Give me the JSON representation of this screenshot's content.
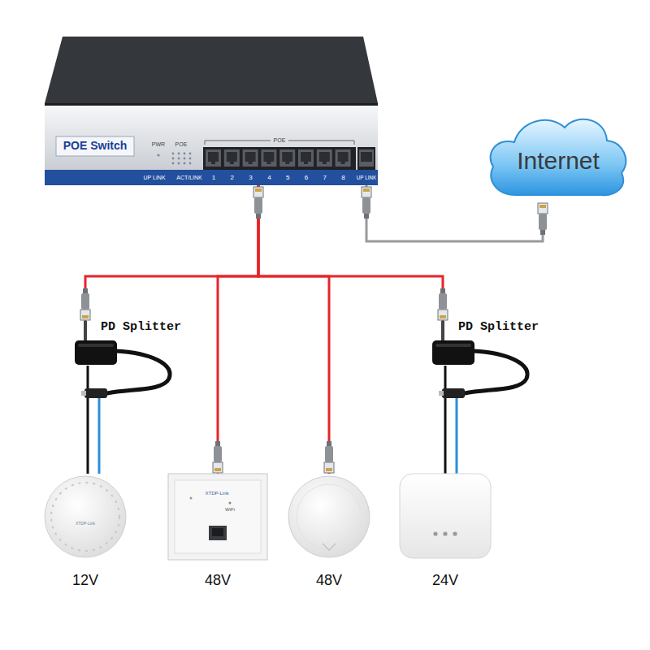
{
  "diagram": {
    "nodes": [
      {
        "text": [
          "POE Switch",
          "PWR",
          "POE",
          "UP LINK",
          "ACT/LINK",
          "POE",
          "1",
          "2",
          "3",
          "4",
          "5",
          "6",
          "7",
          "8",
          "UP LINK"
        ]
      },
      {
        "text": [
          "Internet"
        ]
      },
      {
        "text": [
          "PD Splitter"
        ]
      },
      {
        "text": [
          "PD Splitter"
        ]
      },
      {
        "text": [
          "XTDP-Link",
          "12V"
        ]
      },
      {
        "text": [
          "XTDP-Link",
          "WiFi",
          "48V"
        ]
      },
      {
        "text": [
          "48V"
        ]
      },
      {
        "text": [
          "24V"
        ]
      }
    ],
    "edges": [
      {
        "from": 0,
        "to": 2,
        "arrow": "none"
      },
      {
        "from": 0,
        "to": 5,
        "arrow": "none"
      },
      {
        "from": 0,
        "to": 6,
        "arrow": "none"
      },
      {
        "from": 0,
        "to": 3,
        "arrow": "none"
      },
      {
        "from": 0,
        "to": 1,
        "arrow": "none"
      },
      {
        "from": 2,
        "to": 4,
        "arrow": "none"
      },
      {
        "from": 3,
        "to": 7,
        "arrow": "none"
      }
    ]
  }
}
